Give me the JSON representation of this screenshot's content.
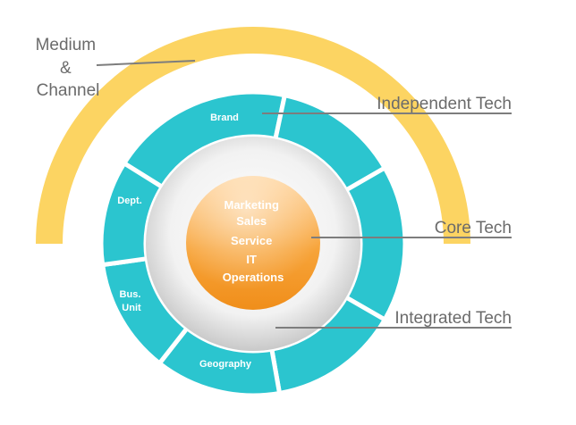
{
  "medium_channel": {
    "lines": [
      "Medium",
      "&",
      "Channel"
    ]
  },
  "callouts": {
    "independent_tech": "Independent Tech",
    "core_tech": "Core Tech",
    "integrated_tech": "Integrated Tech"
  },
  "ring_segments": {
    "brand": "Brand",
    "dept": "Dept.",
    "bus_unit": [
      "Bus.",
      "Unit"
    ],
    "geography": "Geography"
  },
  "core": {
    "lines": [
      "Marketing",
      "Sales",
      "Service",
      "IT",
      "Operations"
    ]
  },
  "colors": {
    "arc": "#fcd462",
    "ring": "#2bc5cf",
    "ring_separator": "#ffffff",
    "core_top": "#ffd08a",
    "core_bottom": "#f59a26",
    "callout_text": "#6b6b6b",
    "leader_line": "#7d7d7d"
  }
}
